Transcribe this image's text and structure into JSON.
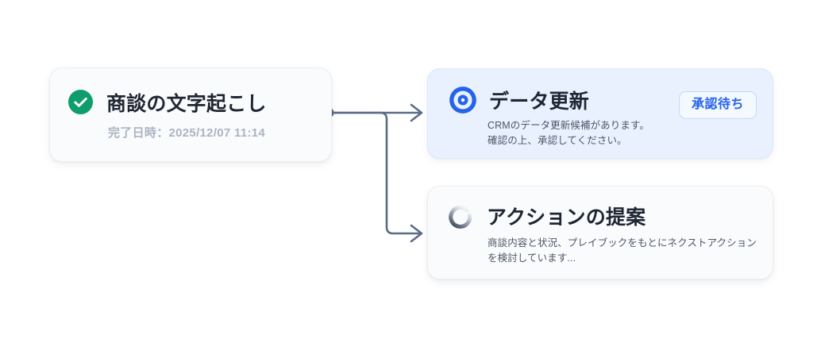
{
  "flow": {
    "background_color": "#ffffff",
    "connector_color": "#5b6b85",
    "nodes": [
      {
        "id": "transcription",
        "name": "transcription-card",
        "status": "completed",
        "icon": "check-circle-icon",
        "icon_color": "#0f9d6e",
        "title": "商談の文字起こし",
        "subtitle": "完了日時：2025/12/07 11:14",
        "card_background": "#fafbfc"
      },
      {
        "id": "data-update",
        "name": "data-update-card",
        "status": "awaiting-approval",
        "icon": "target-circle-icon",
        "icon_color": "#2563eb",
        "title": "データ更新",
        "body_line_1": "CRMのデータ更新候補があります。",
        "body_line_2": "確認の上、承認してください。",
        "badge_label": "承認待ち",
        "badge_text_color": "#2563eb",
        "badge_border_color": "#c3d9fb",
        "card_background": "#e9f1fe"
      },
      {
        "id": "action-proposal",
        "name": "action-proposal-card",
        "status": "in-progress",
        "icon": "loading-spinner-icon",
        "icon_color": "#3b4659",
        "title": "アクションの提案",
        "body_line_1": "商談内容と状況、プレイブックをもとにネクストアクション",
        "body_line_2": "を検討しています...",
        "card_background": "#fafbfc"
      }
    ],
    "edges": [
      {
        "name": "edge-transcription-to-data-update",
        "from": "transcription",
        "to": "data-update"
      },
      {
        "name": "edge-transcription-to-action-proposal",
        "from": "transcription",
        "to": "action-proposal"
      }
    ]
  }
}
